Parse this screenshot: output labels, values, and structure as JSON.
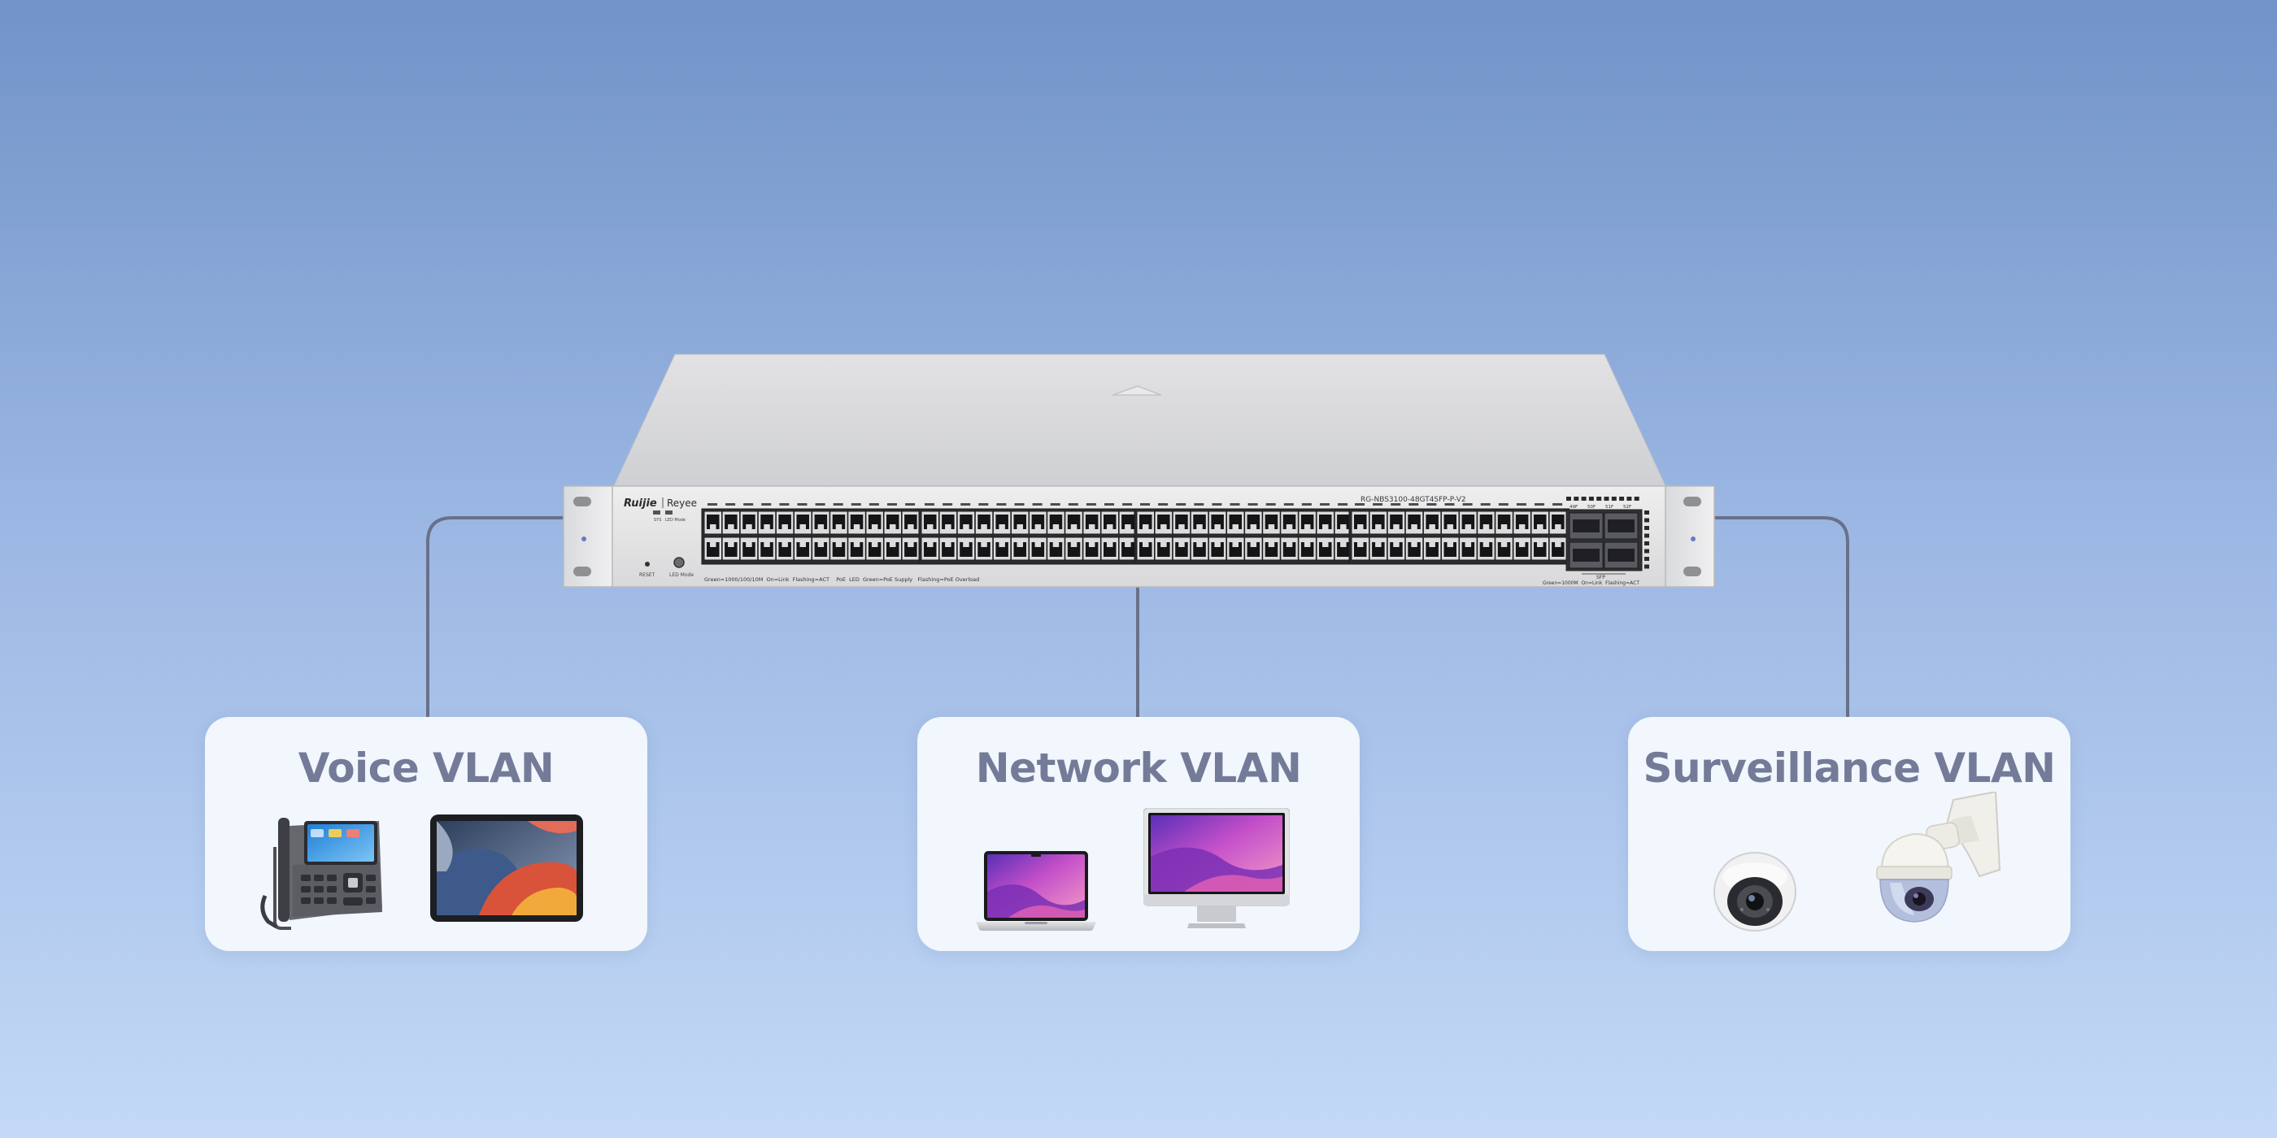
{
  "switch": {
    "brand": "Ruijie",
    "sub_brand": "Reyee",
    "model": "RG-NBS3100-48GT4SFP-P-V2",
    "sys_label": "SYS",
    "led_mode_label": "LED Mode",
    "reset_label": "RESET",
    "led_mode_button_label": "LED Mode",
    "legend_left": "Green=1000/100/10M  On=Link  Flashing=ACT    PoE  LED  Green=PoE Supply   Flashing=PoE Overload",
    "sfp_label": "SFP",
    "legend_right": "Green=1000M  On=Link  Flashing=ACT",
    "sfp_port_labels": [
      "49F",
      "50F",
      "51F",
      "52F"
    ]
  },
  "vlans": [
    {
      "title": "Voice VLAN",
      "devices": [
        "ip-phone-icon",
        "tablet-icon"
      ]
    },
    {
      "title": "Network VLAN",
      "devices": [
        "laptop-icon",
        "monitor-icon"
      ]
    },
    {
      "title": "Surveillance VLAN",
      "devices": [
        "dome-camera-icon",
        "ptz-camera-icon"
      ]
    }
  ],
  "colors": {
    "connector": "#6a7089",
    "card_title": "#737b98",
    "card_bg": "#f2f6fd"
  }
}
